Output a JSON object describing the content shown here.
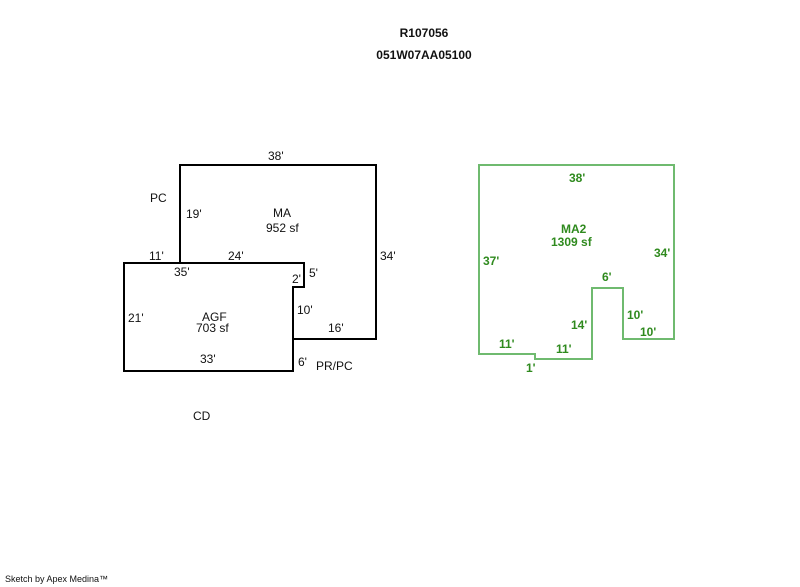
{
  "header": {
    "account": "R107056",
    "map_taxlot": "051W07AA05100"
  },
  "sketch": {
    "black_areas": {
      "ma": {
        "code": "MA",
        "area": "952 sf"
      },
      "agf": {
        "code": "AGF",
        "area": "703 sf"
      }
    },
    "black_dimensions": [
      "38'",
      "19'",
      "11'",
      "24'",
      "35'",
      "2'",
      "5'",
      "34'",
      "10'",
      "16'",
      "21'",
      "33'",
      "6'"
    ],
    "black_notes": [
      "PC",
      "PR/PC",
      "CD"
    ],
    "green_area": {
      "code": "MA2",
      "area": "1309 sf"
    },
    "green_dimensions": [
      "38'",
      "37'",
      "34'",
      "6'",
      "14'",
      "10'",
      "10'",
      "11'",
      "11'",
      "1'"
    ],
    "colors": {
      "black": "#000000",
      "green_line": "#6fba6f",
      "green_text": "#2f8a1e"
    }
  },
  "footer": {
    "credit": "Sketch by Apex Medina™"
  }
}
